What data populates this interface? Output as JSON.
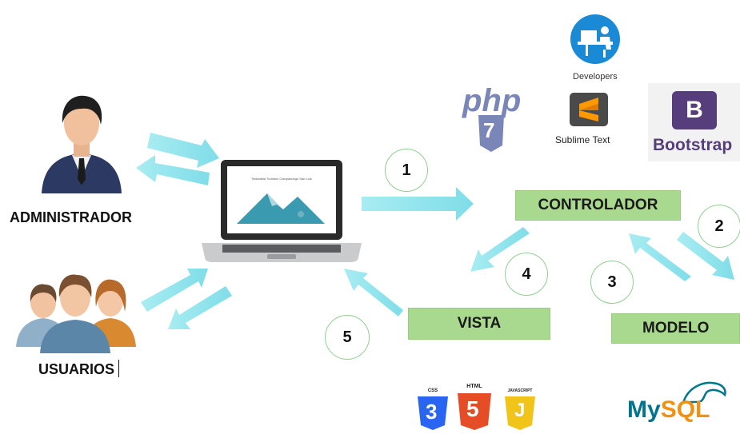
{
  "actors": {
    "admin_label": "ADMINISTRADOR",
    "users_label": "USUARIOS"
  },
  "laptop": {
    "screen_caption": "Tecladista Turístico Cotopaxungo San Luis"
  },
  "mvc": {
    "controller": "CONTROLADOR",
    "view": "VISTA",
    "model": "MODELO"
  },
  "steps": [
    "1",
    "2",
    "3",
    "4",
    "5"
  ],
  "tools": {
    "php": "php",
    "php_version": "7",
    "developers": "Developers",
    "sublime": "Sublime Text",
    "bootstrap_letter": "B",
    "bootstrap": "Bootstrap",
    "css": "CSS",
    "css_num": "3",
    "html": "HTML",
    "html_num": "5",
    "js": "JAVASCRIPT",
    "js_letter": "J",
    "mysql_my": "My",
    "mysql_sql": "SQL"
  },
  "colors": {
    "arrow": "#8fe3ec",
    "box": "#a9d88f",
    "circle_border": "#8fd08f",
    "php": "#7a86b8",
    "bootstrap": "#563d7c",
    "css": "#2965f1",
    "html": "#e44d26",
    "js": "#f0c419",
    "mysql_blue": "#00758f",
    "mysql_orange": "#f29111"
  }
}
